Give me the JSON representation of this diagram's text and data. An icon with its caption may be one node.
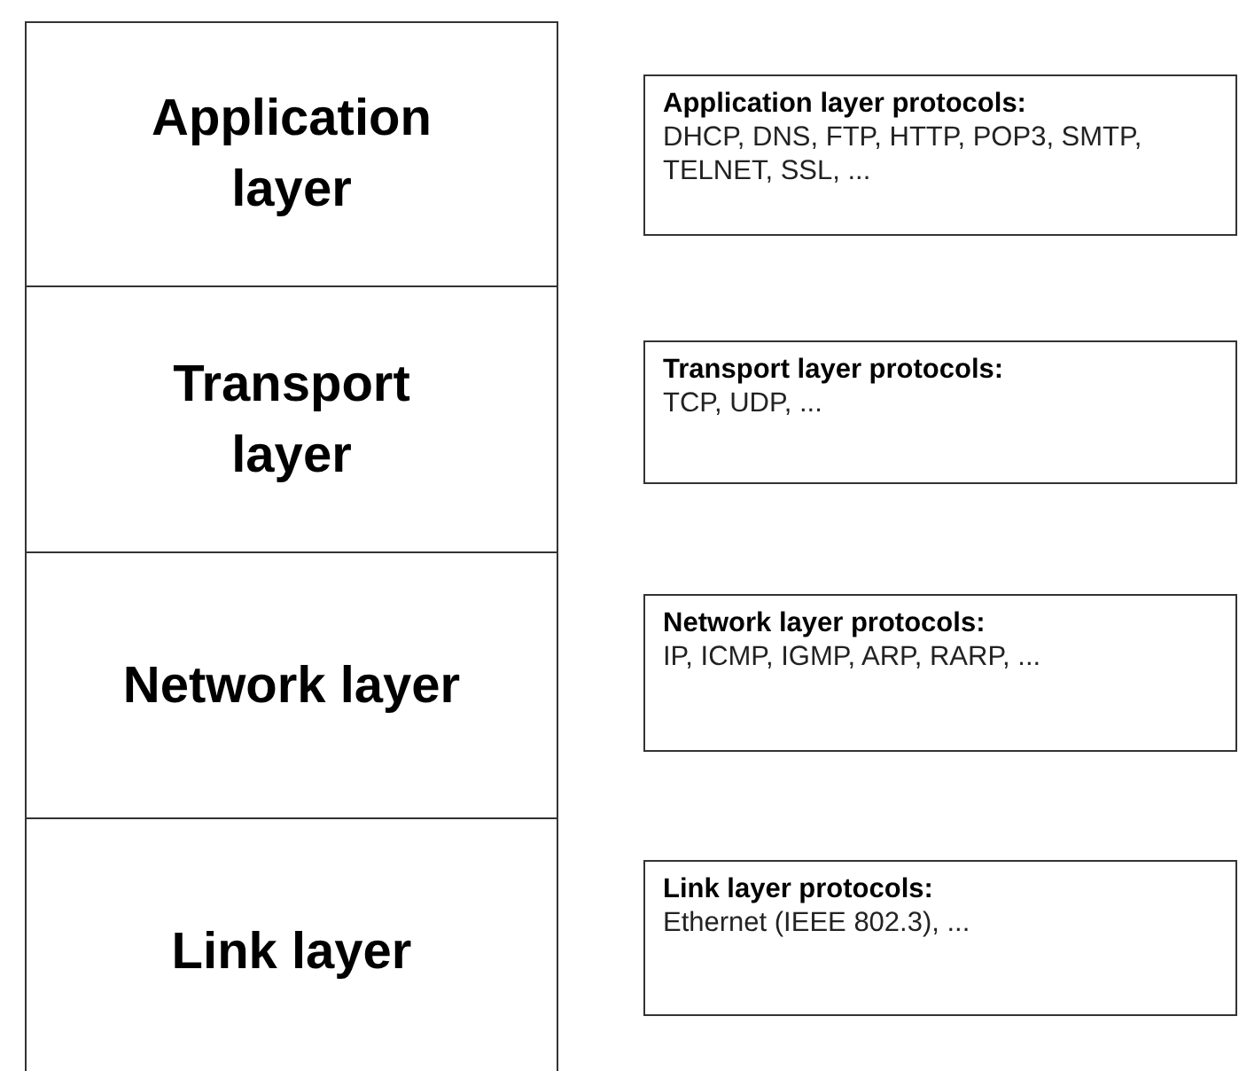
{
  "diagram": {
    "nodes": [
      {
        "text": [
          "Application layer"
        ]
      },
      {
        "text": [
          "Transport layer"
        ]
      },
      {
        "text": [
          "Network layer"
        ]
      },
      {
        "text": [
          "Link layer"
        ]
      },
      {
        "text": [
          "Application layer protocols:",
          "DHCP, DNS, FTP, HTTP, POP3, SMTP, TELNET, SSL, ..."
        ]
      },
      {
        "text": [
          "Transport layer protocols:",
          "TCP, UDP, ..."
        ]
      },
      {
        "text": [
          "Network layer protocols:",
          "IP, ICMP, IGMP, ARP, RARP, ..."
        ]
      },
      {
        "text": [
          "Link layer protocols:",
          "Ethernet (IEEE 802.3), ..."
        ]
      }
    ]
  }
}
